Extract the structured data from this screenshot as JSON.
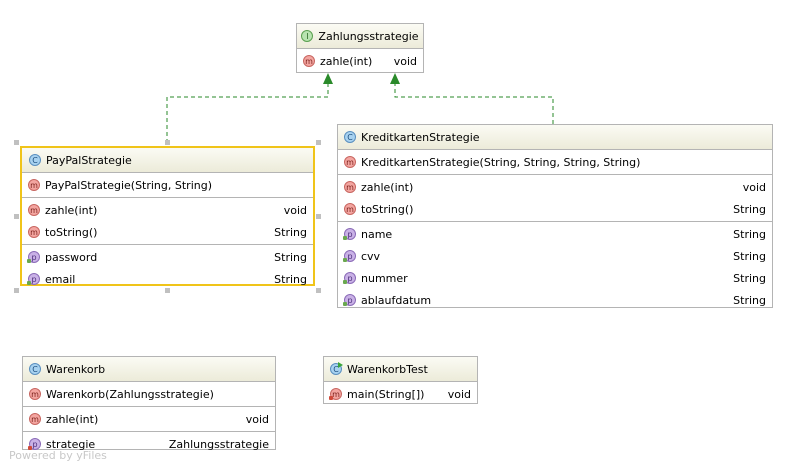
{
  "interface": {
    "name": "Zahlungsstrategie",
    "icon": "interface-icon",
    "methods": [
      {
        "name": "zahle(int)",
        "type": "void"
      }
    ]
  },
  "paypal": {
    "name": "PayPalStrategie",
    "icon": "class-icon",
    "constructors": [
      {
        "name": "PayPalStrategie(String, String)"
      }
    ],
    "methods": [
      {
        "name": "zahle(int)",
        "type": "void"
      },
      {
        "name": "toString()",
        "type": "String"
      }
    ],
    "properties": [
      {
        "name": "password",
        "type": "String"
      },
      {
        "name": "email",
        "type": "String"
      }
    ]
  },
  "kreditkarte": {
    "name": "KreditkartenStrategie",
    "icon": "class-icon",
    "constructors": [
      {
        "name": "KreditkartenStrategie(String, String, String, String)"
      }
    ],
    "methods": [
      {
        "name": "zahle(int)",
        "type": "void"
      },
      {
        "name": "toString()",
        "type": "String"
      }
    ],
    "properties": [
      {
        "name": "name",
        "type": "String"
      },
      {
        "name": "cvv",
        "type": "String"
      },
      {
        "name": "nummer",
        "type": "String"
      },
      {
        "name": "ablaufdatum",
        "type": "String"
      }
    ]
  },
  "warenkorb": {
    "name": "Warenkorb",
    "icon": "class-icon",
    "constructors": [
      {
        "name": "Warenkorb(Zahlungsstrategie)"
      }
    ],
    "methods": [
      {
        "name": "zahle(int)",
        "type": "void"
      }
    ],
    "properties": [
      {
        "name": "strategie",
        "type": "Zahlungsstrategie"
      }
    ]
  },
  "warenkorbtest": {
    "name": "WarenkorbTest",
    "icon": "test-class-icon",
    "methods": [
      {
        "name": "main(String[])",
        "type": "void"
      }
    ]
  },
  "icon_letters": {
    "class": "C",
    "interface": "I",
    "method": "m",
    "property": "p"
  },
  "colors": {
    "realization_edge": "#2a8a2a",
    "selection_border": "#f0c419",
    "header_bg": "#ecebd9"
  },
  "footer": "Powered by yFiles"
}
